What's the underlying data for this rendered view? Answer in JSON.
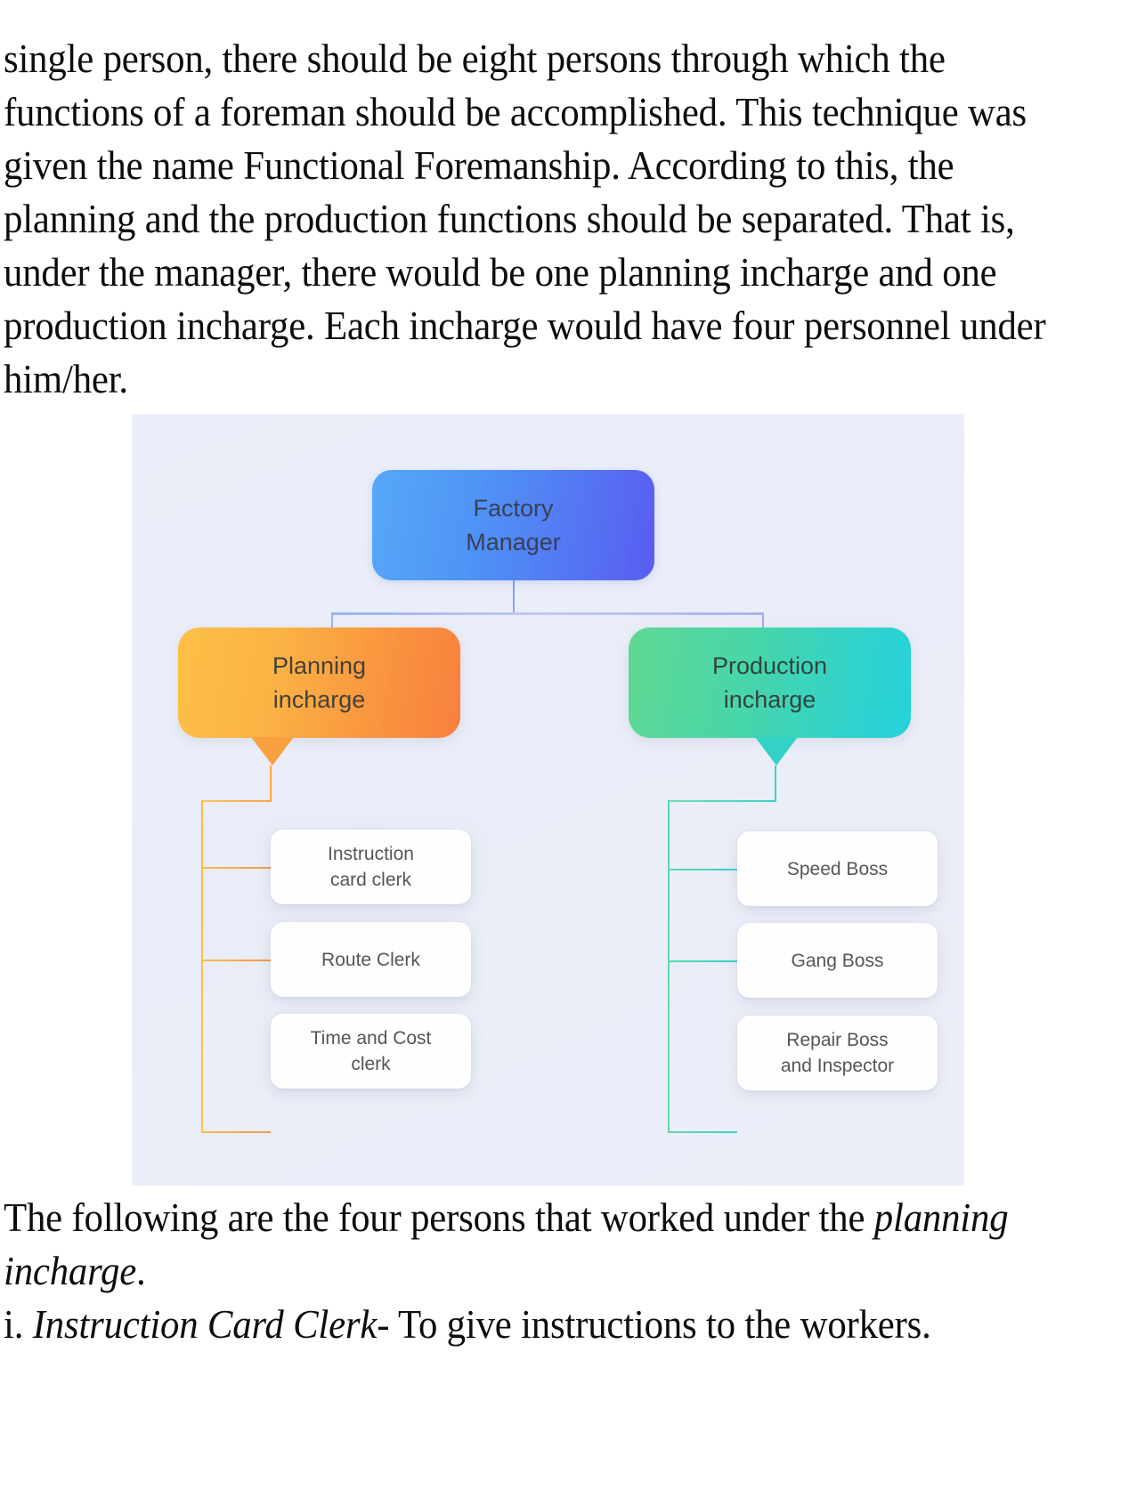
{
  "document": {
    "top_paragraph": "single person, there should be eight persons through which the functions of a foreman should be accomplished. This technique was given the name Functional Foremanship. According to this, the planning and the production functions should be separated. That is, under the manager, there would be one planning incharge and one production incharge. Each incharge would have four personnel under him/her.",
    "bottom_line_1": "The following are the four persons that worked under the ",
    "bottom_line_1_italic": "planning incharge",
    "bottom_line_1_end": ".",
    "bottom_item_marker": "i. ",
    "bottom_item_italic": "Instruction Card Clerk",
    "bottom_item_rest": "- To give instructions to the workers."
  },
  "diagram": {
    "type": "organization-chart",
    "title": "Functional Foremanship structure",
    "background_color": "#eceff8",
    "root": {
      "label": "Factory Manager",
      "line1": "Factory",
      "line2": "Manager",
      "color_from": "#56a8f7",
      "color_to": "#5a5cf0"
    },
    "branches": [
      {
        "id": "planning",
        "label": "Planning incharge",
        "line1": "Planning",
        "line2": "incharge",
        "color_from": "#fdc047",
        "color_to": "#f8803e",
        "children": [
          {
            "label": "Instruction card clerk",
            "line1": "Instruction",
            "line2": "card clerk"
          },
          {
            "label": "Route Clerk",
            "line1": "Route Clerk",
            "line2": ""
          },
          {
            "label": "Time and Cost clerk",
            "line1": "Time and Cost",
            "line2": "clerk"
          }
        ]
      },
      {
        "id": "production",
        "label": "Production incharge",
        "line1": "Production",
        "line2": "incharge",
        "color_from": "#5fd892",
        "color_to": "#25d2da",
        "children": [
          {
            "label": "Speed Boss",
            "line1": "Speed Boss",
            "line2": ""
          },
          {
            "label": "Gang Boss",
            "line1": "Gang Boss",
            "line2": ""
          },
          {
            "label": "Repair Boss and Inspector",
            "line1": "Repair Boss",
            "line2": "and Inspector"
          }
        ]
      }
    ]
  }
}
